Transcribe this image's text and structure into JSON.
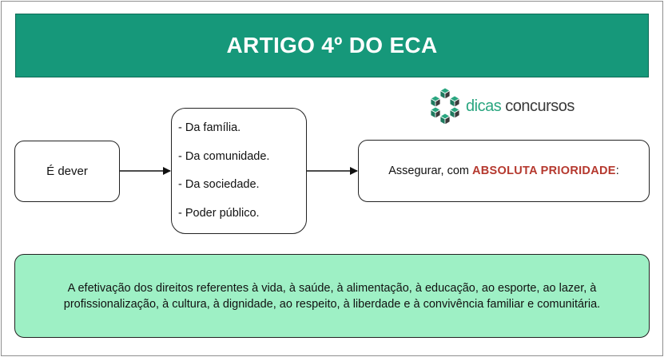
{
  "title": "ARTIGO 4º DO ECA",
  "left_box": {
    "text": "É dever"
  },
  "middle_box": {
    "items": [
      "- Da família.",
      "- Da comunidade.",
      "- Da sociedade.",
      "- Poder público."
    ]
  },
  "right_box": {
    "text_before": "Assegurar, com ",
    "highlight": "ABSOLUTA PRIORIDADE",
    "text_after": ":"
  },
  "bottom_box": {
    "text": "A efetivação dos direitos referentes à vida, à saúde, à alimentação, à educação, ao esporte, ao lazer, à profissionalização, à cultura, à dignidade, ao respeito, à liberdade e à convivência familiar e comunitária."
  },
  "logo": {
    "word1": "dicas",
    "word2": "concursos",
    "icon": "cube-cluster-icon"
  },
  "colors": {
    "title_bg": "#16987a",
    "highlight": "#b5382e",
    "bottom_bg": "#9ef0c5",
    "logo_green": "#2aa680"
  }
}
